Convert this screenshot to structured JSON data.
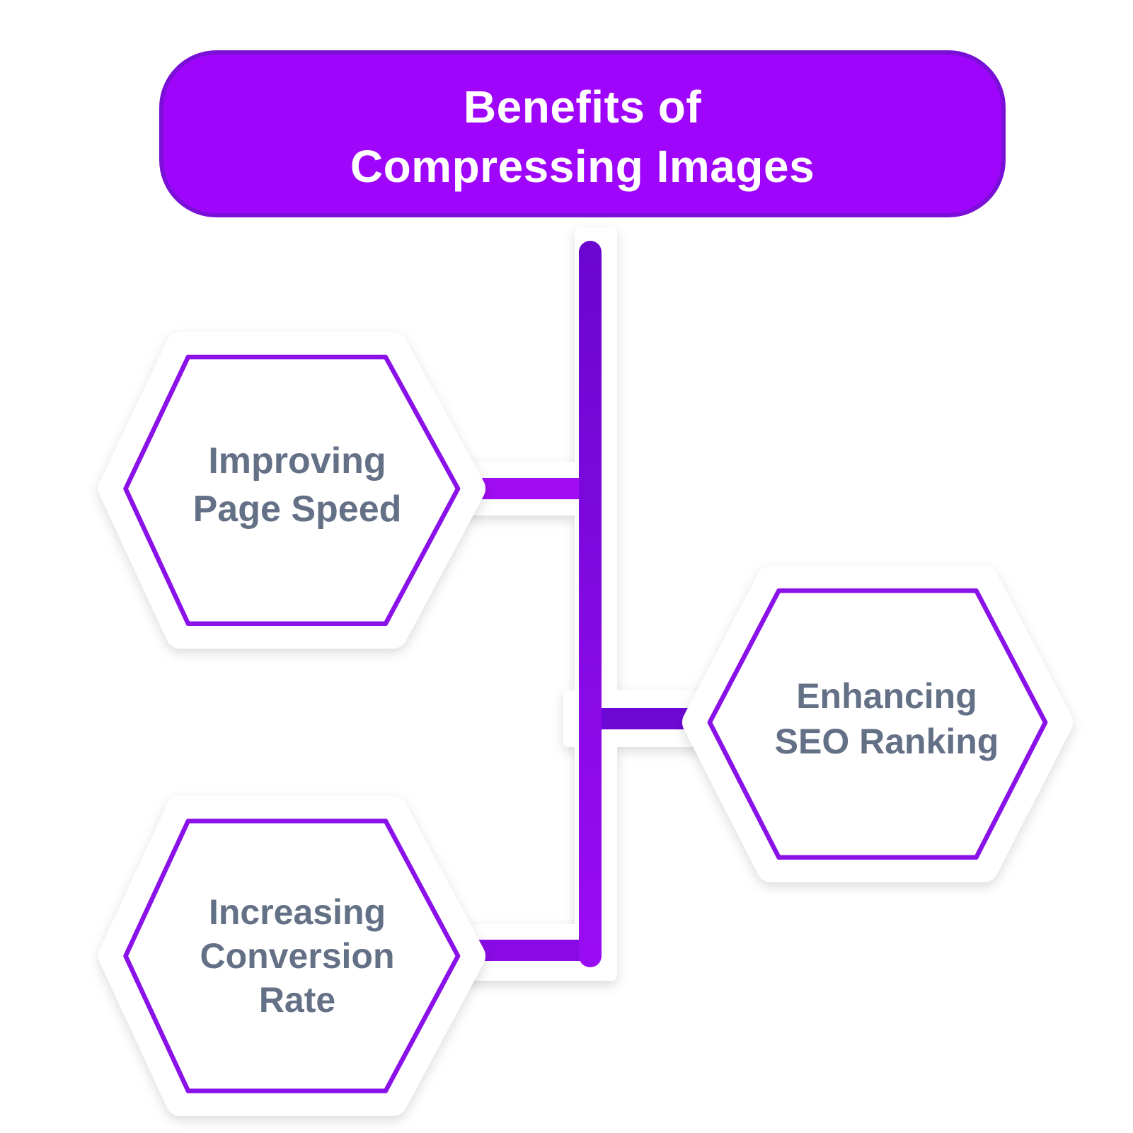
{
  "title": {
    "line1": "Benefits of",
    "line2": "Compressing Images"
  },
  "nodes": [
    {
      "id": "page-speed",
      "line1": "Improving",
      "line2": "Page Speed"
    },
    {
      "id": "seo",
      "line1": "Enhancing",
      "line2": "SEO Ranking"
    },
    {
      "id": "conversion",
      "line1": "Increasing",
      "line2": "Conversion",
      "line3": "Rate"
    }
  ],
  "colors": {
    "title_fill": "#9f05fa",
    "title_border": "#7a10d8",
    "connector_dark": "#6e08d4",
    "connector_light": "#a10cf2",
    "hex_border": "#8a12e8",
    "node_text": "#647086",
    "title_text": "#ffffff"
  }
}
